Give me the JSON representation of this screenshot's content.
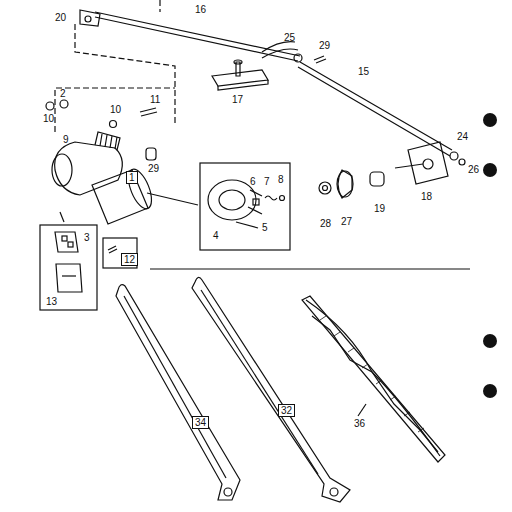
{
  "diagram": {
    "nodes": [
      {
        "text": [
          "1"
        ]
      },
      {
        "text": [
          "12"
        ]
      },
      {
        "text": [
          "34"
        ]
      },
      {
        "text": [
          "32"
        ]
      }
    ],
    "labels": [
      "20",
      "16",
      "25",
      "29",
      "15",
      "17",
      "10",
      "2",
      "10",
      "11",
      "9",
      "29",
      "24",
      "26",
      "18",
      "19",
      "27",
      "28",
      "6",
      "7",
      "8",
      "4",
      "5",
      "3",
      "13",
      "36"
    ]
  }
}
